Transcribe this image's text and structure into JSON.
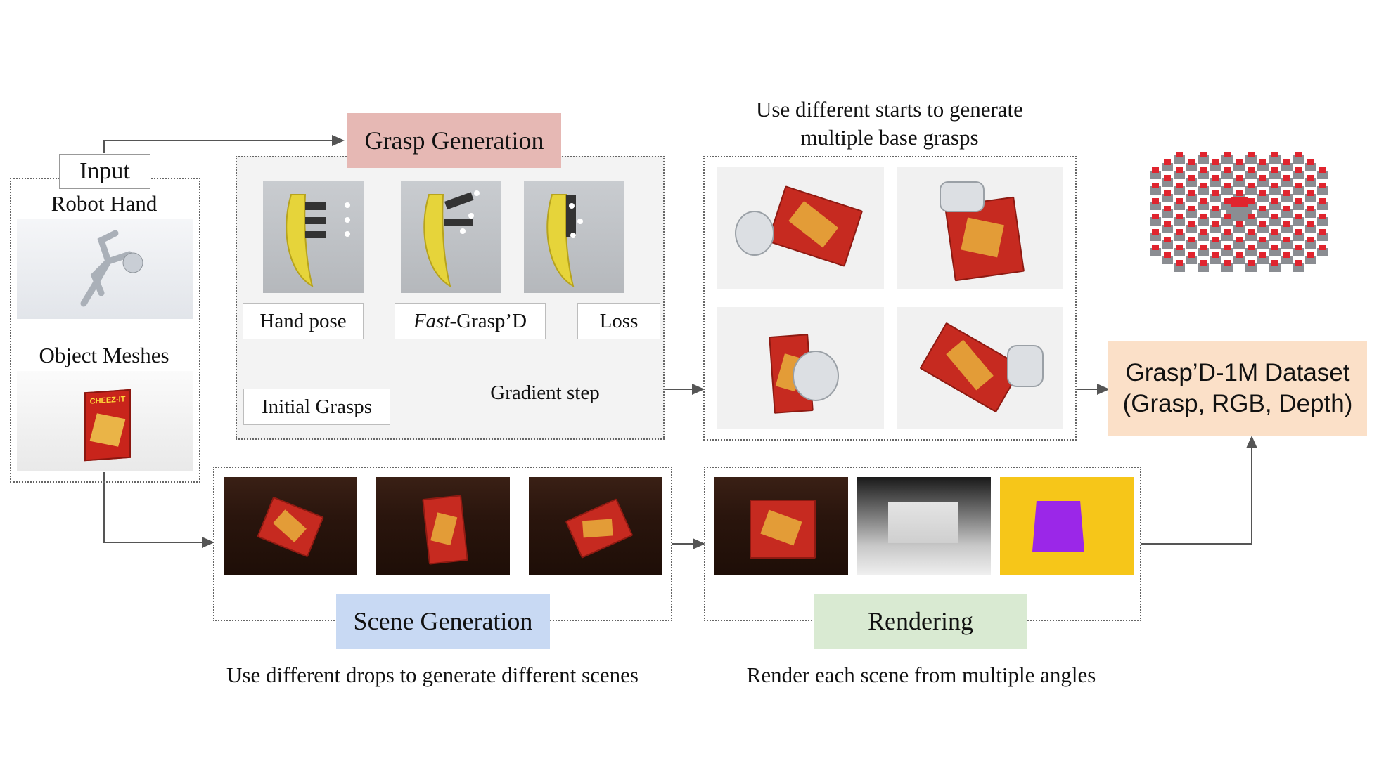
{
  "input": {
    "label": "Input",
    "robot_hand": "Robot Hand",
    "object_meshes": "Object Meshes"
  },
  "grasp_generation": {
    "title": "Grasp Generation",
    "hand_pose": "Hand pose",
    "fast_prefix": "Fast",
    "fast_suffix": "-Grasp’D",
    "loss": "Loss",
    "initial_grasps": "Initial Grasps",
    "gradient_step": "Gradient step"
  },
  "base_grasps": {
    "caption_line1": "Use different starts to generate",
    "caption_line2": "multiple base grasps"
  },
  "scene_generation": {
    "title": "Scene Generation",
    "caption": "Use different drops to generate different scenes"
  },
  "rendering": {
    "title": "Rendering",
    "caption": "Render each scene from multiple angles"
  },
  "dataset": {
    "line1": "Grasp’D-1M Dataset",
    "line2": "(Grasp, RGB, Depth)"
  },
  "colors": {
    "grasp_banner": "#e6b8b4",
    "scene_banner": "#c8d9f3",
    "render_banner": "#d9ead2",
    "dataset_box": "#fbe0c8",
    "green_arrow": "#6aa84f",
    "blue_arrow": "#4a86e8",
    "render_bg": "#f6c619",
    "render_object": "#9b27e8"
  },
  "cheezit_label": "CHEEZ-IT"
}
